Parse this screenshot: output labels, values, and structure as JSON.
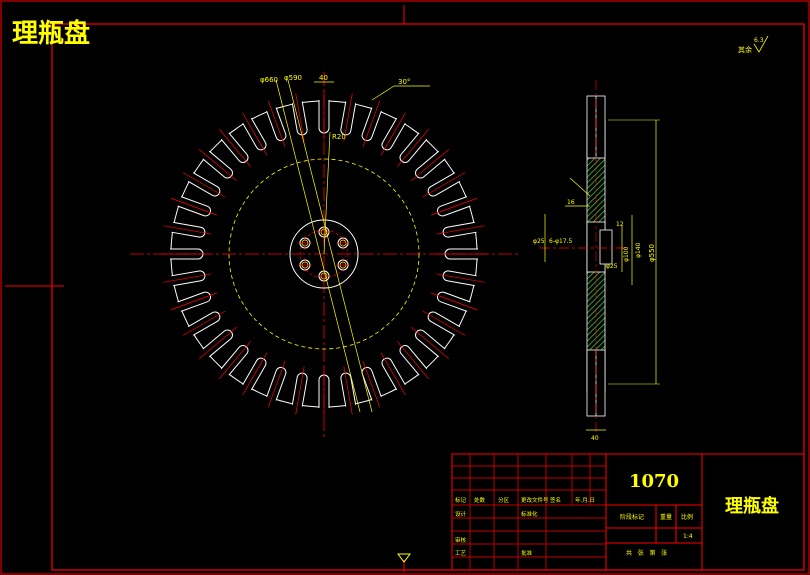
{
  "title_corner": "理瓶盘",
  "drawing_number": "1070",
  "part_name": "理瓶盘",
  "roughness_note": "其余",
  "roughness_value": "6.3",
  "colors": {
    "frame": "#ff0000",
    "dimension": "#ffff00",
    "center_line": "#ff0000",
    "part_outline": "#ffffff",
    "section_hatch": "#3fbf3f",
    "title_text": "#ffff00"
  },
  "front_view": {
    "dims": {
      "d_outer": "φ660",
      "d_pitch": "φ590",
      "slot_width": "40",
      "slot_radius": "R20",
      "angle": "30°"
    },
    "slot_count": 36,
    "bolt_hole_count": 6
  },
  "side_view": {
    "dims": {
      "thickness": "16",
      "bore": "φ25",
      "holes": "6-φ17.5",
      "hub_step": "12",
      "d_bolt_circle": "φ140",
      "d_hub": "φ100",
      "d_small": "φ25",
      "d_disc": "φ550",
      "width": "40"
    }
  },
  "title_block": {
    "rows": [
      [
        "标记",
        "处数",
        "分区",
        "更改文件号",
        "签名",
        "年.月.日"
      ],
      [
        "设计",
        "",
        "",
        "标准化",
        "",
        ""
      ],
      [
        "审核",
        "",
        "",
        "",
        "",
        ""
      ],
      [
        "工艺",
        "",
        "",
        "批准",
        "",
        ""
      ]
    ],
    "stage_label": "阶段标记",
    "weight_label": "重量",
    "scale_label": "比例",
    "scale_value": "1:4",
    "sheet_info": "共   张   第   张"
  }
}
